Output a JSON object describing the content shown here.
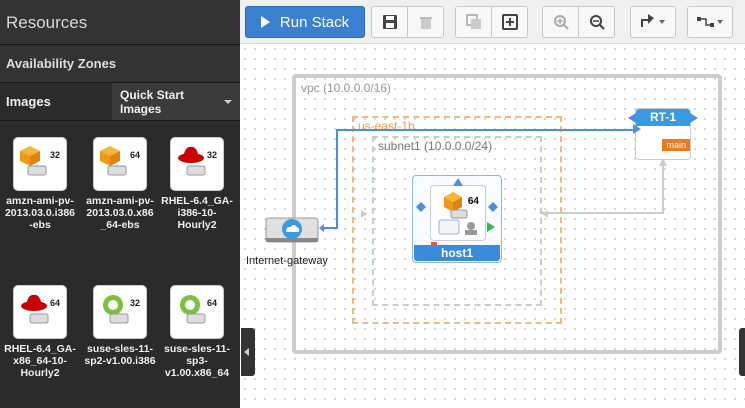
{
  "sidebar": {
    "title": "Resources",
    "availability_zones": "Availability Zones",
    "tabs": {
      "images": "Images",
      "quickstart": "Quick Start Images"
    },
    "amis": [
      {
        "label": "amzn-ami-pv-2013.03.0.i386-ebs",
        "bits": "32",
        "icon": "amazon-icon"
      },
      {
        "label": "amzn-ami-pv-2013.03.0.x86_64-ebs",
        "bits": "64",
        "icon": "amazon-icon"
      },
      {
        "label": "RHEL-6.4_GA-i386-10-Hourly2",
        "bits": "32",
        "icon": "redhat-icon"
      },
      {
        "label": "RHEL-6.4_GA-x86_64-10-Hourly2",
        "bits": "64",
        "icon": "redhat-icon"
      },
      {
        "label": "suse-sles-11-sp2-v1.00.i386",
        "bits": "32",
        "icon": "suse-icon"
      },
      {
        "label": "suse-sles-11-sp3-v1.00.x86_64",
        "bits": "64",
        "icon": "suse-icon"
      }
    ]
  },
  "toolbar": {
    "run_label": "Run Stack"
  },
  "canvas": {
    "vpc_label": "vpc (10.0.0.0/16)",
    "az_label": "us-east-1b",
    "subnet_label": "subnet1 (10.0.0.0/24)",
    "host_label": "host1",
    "host_bits": "64",
    "rt_label": "RT-1",
    "rt_badge": "main",
    "igw_label": "Internet-gateway"
  },
  "colors": {
    "primary": "#3b7fd1",
    "az_border": "#f5b87a",
    "accent_orange": "#f07a1a",
    "link_blue": "#4a90e2"
  }
}
